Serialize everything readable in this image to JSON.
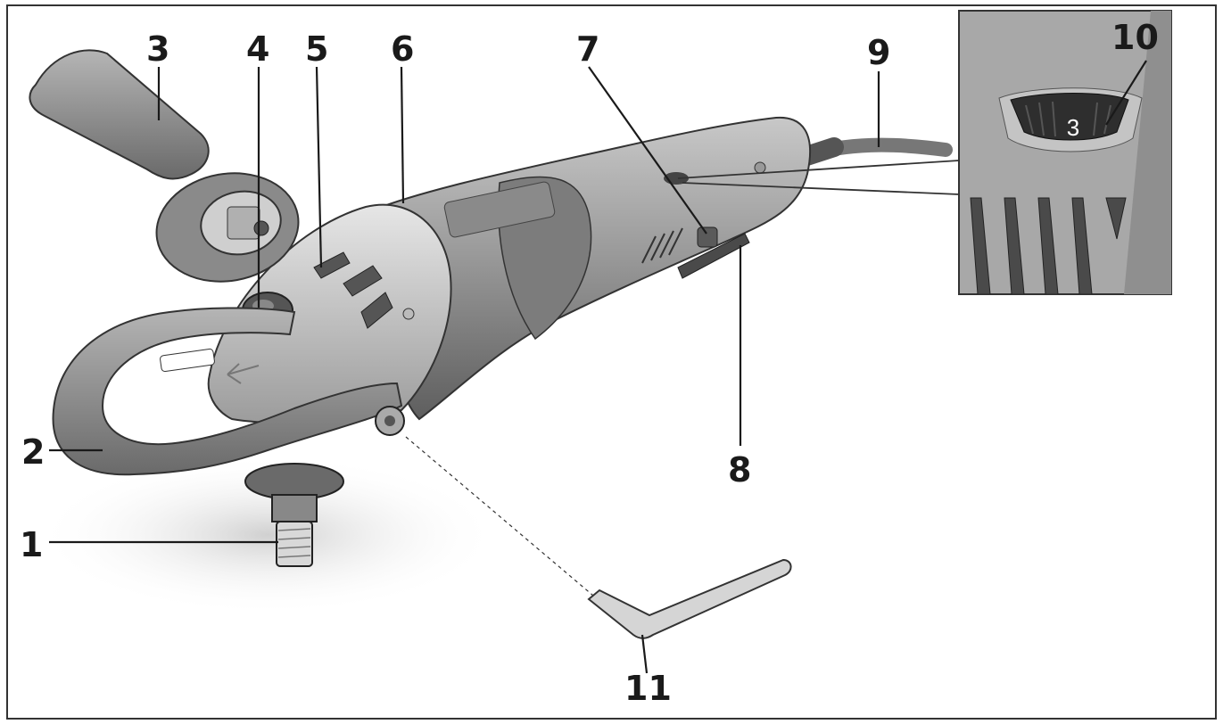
{
  "labels": {
    "l1": "1",
    "l2": "2",
    "l3": "3",
    "l4": "4",
    "l5": "5",
    "l6": "6",
    "l7": "7",
    "l8": "8",
    "l9": "9",
    "l10": "10",
    "l11": "11"
  },
  "inset": {
    "dial_setting": "3"
  },
  "colors": {
    "body": "#9a9a9a",
    "body_dark": "#6e6e6e",
    "body_light": "#c9c9c9",
    "handle": "#8c8c8c",
    "ink": "#1a1a1a",
    "inset_bg": "#a0a0a0"
  }
}
